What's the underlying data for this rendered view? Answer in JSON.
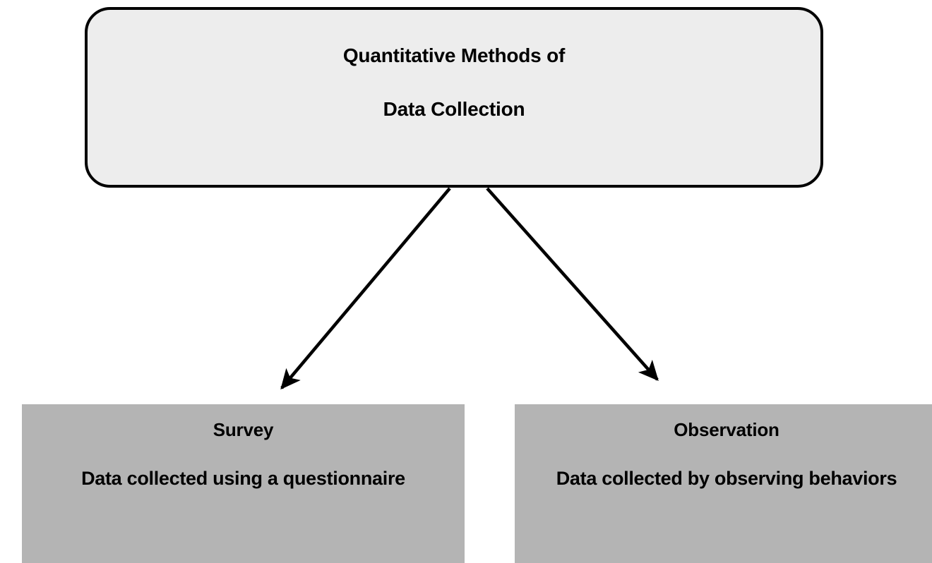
{
  "diagram": {
    "type": "hierarchy-flowchart",
    "background_color": "#FFFFFF",
    "root": {
      "title_line_1": "Quantitative Methods of",
      "title_line_2": "Data Collection",
      "fill_color": "#EDEDED",
      "border_color": "#000000"
    },
    "connectors": [
      {
        "name": "arrow-to-survey",
        "from": "root",
        "to": "survey",
        "color": "#000000"
      },
      {
        "name": "arrow-to-observation",
        "from": "root",
        "to": "observation",
        "color": "#000000"
      }
    ],
    "branches": [
      {
        "id": "survey",
        "title": "Survey",
        "description": "Data collected using a questionnaire",
        "fill_color": "#B4B4B4"
      },
      {
        "id": "observation",
        "title": "Observation",
        "description": "Data collected by observing behaviors",
        "fill_color": "#B4B4B4"
      }
    ]
  }
}
